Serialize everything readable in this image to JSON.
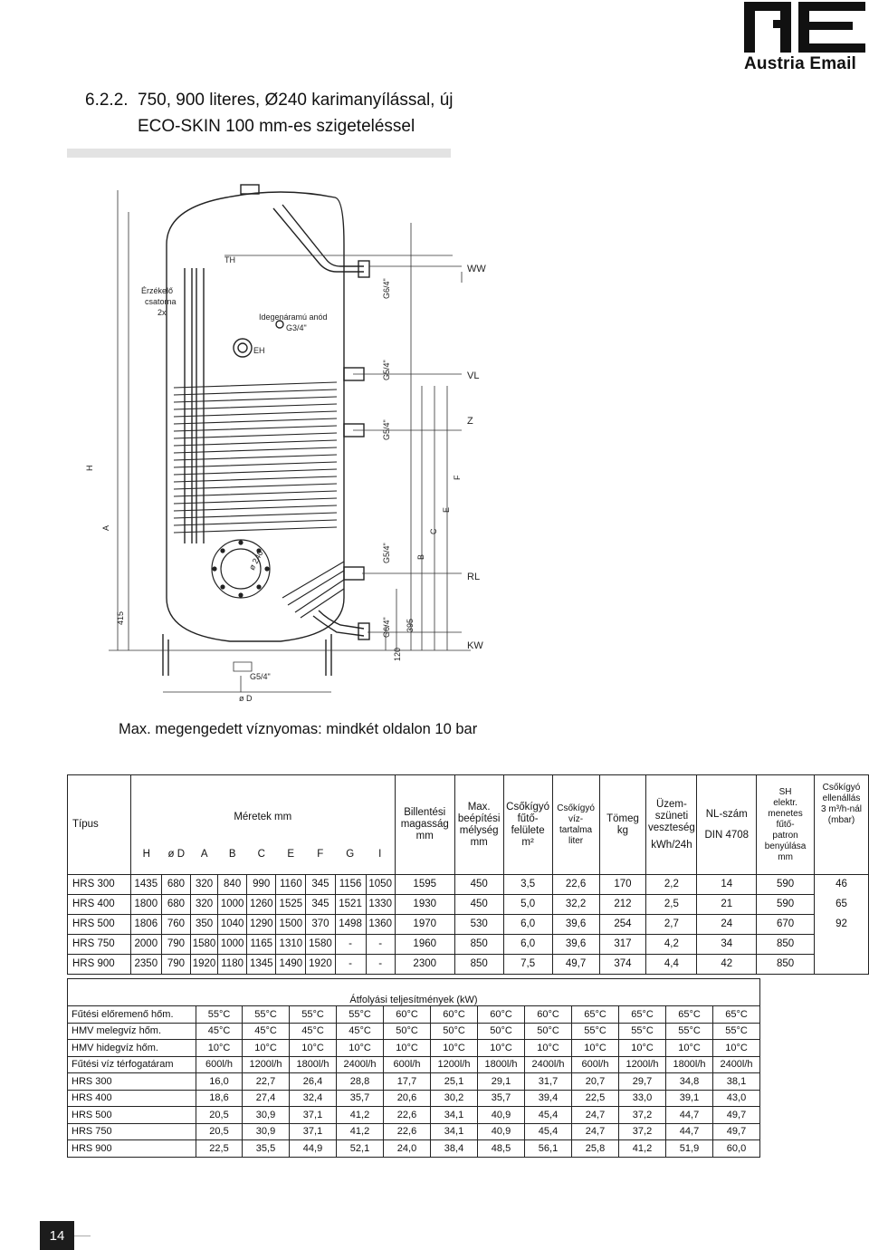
{
  "logo": {
    "brand": "Austria Email",
    "mark": "AE"
  },
  "heading": {
    "number": "6.2.2.",
    "line1": "750, 900 literes, Ø240 karimanyílással, új",
    "line2": "ECO-SKIN 100 mm-es szigeteléssel"
  },
  "drawing": {
    "labels": {
      "th": "TH",
      "ww": "WW",
      "eh": "EH",
      "vl": "VL",
      "z": "Z",
      "rl": "RL",
      "kw": "KW",
      "sensor": [
        "Érzékelő",
        "csatorna",
        "2x"
      ],
      "anode": [
        "Idegenáramú anód",
        "G3/4\""
      ],
      "g64_top": "G6/4\"",
      "g54_vl": "G5/4\"",
      "g54_z": "G5/4\"",
      "g54_rl": "G5/4\"",
      "g64_kw": "G6/4\"",
      "g54_bottom": "G5/4\"",
      "od": "ø D",
      "flange": "ø 240",
      "dim_h": "H",
      "dim_a": "A",
      "dim_b": "B",
      "dim_c": "C",
      "dim_e": "E",
      "dim_f": "F",
      "dim_415": "415",
      "dim_395": "395",
      "dim_120": "120"
    }
  },
  "pressure_note": "Max. megengedett víznyomas: mindkét oldalon 10 bar",
  "spec_table": {
    "h_tipus": "Típus",
    "h_meretek": "Méretek mm",
    "dims": [
      "H",
      "ø D",
      "A",
      "B",
      "C",
      "E",
      "F",
      "G",
      "I"
    ],
    "h_billentesi": [
      "Billentési",
      "magasság",
      "mm"
    ],
    "h_max": [
      "Max.",
      "beépítési",
      "mélység",
      "mm"
    ],
    "h_csokigyo_fel": [
      "Csőkígyó",
      "fűtő-",
      "felülete",
      "m²"
    ],
    "h_csokigyo_viz": [
      "Csőkígyó",
      "víz-",
      "tartalma",
      "liter"
    ],
    "h_tomeg": [
      "Tömeg",
      "kg"
    ],
    "h_uzem": [
      "Üzem-",
      "szüneti",
      "veszteség",
      "kWh/24h"
    ],
    "h_nl": [
      "NL-szám",
      "DIN 4708"
    ],
    "h_sh": [
      "SH",
      "elektr.",
      "menetes",
      "fűtő-",
      "patron",
      "benyúlása",
      "mm"
    ],
    "h_ellenallas": [
      "Csőkígyó",
      "ellenállás",
      "3 m³/h-nál",
      "(mbar)"
    ],
    "rows": [
      {
        "tipus": "HRS 300",
        "d": [
          "1435",
          "680",
          "320",
          "840",
          "990",
          "1160",
          "345",
          "1156",
          "1050"
        ],
        "bill": "1595",
        "max": "450",
        "fel": "3,5",
        "viz": "22,6",
        "tomeg": "170",
        "uzem": "2,2",
        "nl": "14",
        "sh": "590",
        "ell": "46"
      },
      {
        "tipus": "HRS 400",
        "d": [
          "1800",
          "680",
          "320",
          "1000",
          "1260",
          "1525",
          "345",
          "1521",
          "1330"
        ],
        "bill": "1930",
        "max": "450",
        "fel": "5,0",
        "viz": "32,2",
        "tomeg": "212",
        "uzem": "2,5",
        "nl": "21",
        "sh": "590",
        "ell": "65"
      },
      {
        "tipus": "HRS 500",
        "d": [
          "1806",
          "760",
          "350",
          "1040",
          "1290",
          "1500",
          "370",
          "1498",
          "1360"
        ],
        "bill": "1970",
        "max": "530",
        "fel": "6,0",
        "viz": "39,6",
        "tomeg": "254",
        "uzem": "2,7",
        "nl": "24",
        "sh": "670",
        "ell": "92"
      },
      {
        "tipus": "HRS 750",
        "d": [
          "2000",
          "790",
          "1580",
          "1000",
          "1165",
          "1310",
          "1580",
          "-",
          "-"
        ],
        "bill": "1960",
        "max": "850",
        "fel": "6,0",
        "viz": "39,6",
        "tomeg": "317",
        "uzem": "4,2",
        "nl": "34",
        "sh": "850",
        "ell": ""
      },
      {
        "tipus": "HRS 900",
        "d": [
          "2350",
          "790",
          "1920",
          "1180",
          "1345",
          "1490",
          "1920",
          "-",
          "-"
        ],
        "bill": "2300",
        "max": "850",
        "fel": "7,5",
        "viz": "49,7",
        "tomeg": "374",
        "uzem": "4,4",
        "nl": "42",
        "sh": "850",
        "ell": ""
      }
    ]
  },
  "flow_table": {
    "title": "Átfolyási teljesítmények (kW)",
    "params": [
      {
        "label": "Fűtési előremenő hőm.",
        "values": [
          "55°C",
          "55°C",
          "55°C",
          "55°C",
          "60°C",
          "60°C",
          "60°C",
          "60°C",
          "65°C",
          "65°C",
          "65°C",
          "65°C"
        ]
      },
      {
        "label": "HMV melegvíz hőm.",
        "values": [
          "45°C",
          "45°C",
          "45°C",
          "45°C",
          "50°C",
          "50°C",
          "50°C",
          "50°C",
          "55°C",
          "55°C",
          "55°C",
          "55°C"
        ]
      },
      {
        "label": "HMV hidegvíz hőm.",
        "values": [
          "10°C",
          "10°C",
          "10°C",
          "10°C",
          "10°C",
          "10°C",
          "10°C",
          "10°C",
          "10°C",
          "10°C",
          "10°C",
          "10°C"
        ]
      },
      {
        "label": "Fűtési víz térfogatáram",
        "values": [
          "600l/h",
          "1200l/h",
          "1800l/h",
          "2400l/h",
          "600l/h",
          "1200l/h",
          "1800l/h",
          "2400l/h",
          "600l/h",
          "1200l/h",
          "1800l/h",
          "2400l/h"
        ]
      }
    ],
    "rows": [
      {
        "label": "HRS 300",
        "values": [
          "16,0",
          "22,7",
          "26,4",
          "28,8",
          "17,7",
          "25,1",
          "29,1",
          "31,7",
          "20,7",
          "29,7",
          "34,8",
          "38,1"
        ]
      },
      {
        "label": "HRS 400",
        "values": [
          "18,6",
          "27,4",
          "32,4",
          "35,7",
          "20,6",
          "30,2",
          "35,7",
          "39,4",
          "22,5",
          "33,0",
          "39,1",
          "43,0"
        ]
      },
      {
        "label": "HRS 500",
        "values": [
          "20,5",
          "30,9",
          "37,1",
          "41,2",
          "22,6",
          "34,1",
          "40,9",
          "45,4",
          "24,7",
          "37,2",
          "44,7",
          "49,7"
        ]
      },
      {
        "label": "HRS 750",
        "values": [
          "20,5",
          "30,9",
          "37,1",
          "41,2",
          "22,6",
          "34,1",
          "40,9",
          "45,4",
          "24,7",
          "37,2",
          "44,7",
          "49,7"
        ]
      },
      {
        "label": "HRS 900",
        "values": [
          "22,5",
          "35,5",
          "44,9",
          "52,1",
          "24,0",
          "38,4",
          "48,5",
          "56,1",
          "25,8",
          "41,2",
          "51,9",
          "60,0"
        ]
      }
    ]
  },
  "page_number": "14"
}
